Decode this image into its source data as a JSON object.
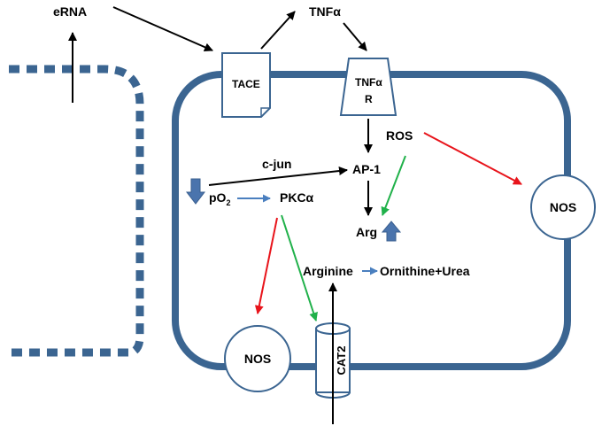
{
  "labels": {
    "erna": "eRNA",
    "tnfa": "TNFα",
    "tace": "TACE",
    "tnfa_receptor_top": "TNFα",
    "tnfa_receptor_bottom": "R",
    "ros": "ROS",
    "c_jun": "c-jun",
    "ap1": "AP-1",
    "po2_main": "pO",
    "po2_sub": "2",
    "pkca": "PKCα",
    "arg": "Arg",
    "arginine": "Arginine",
    "ornithine_urea": "Ornithine+Urea",
    "nos_right": "NOS",
    "nos_bottom": "NOS",
    "cat2": "CAT2"
  },
  "colors": {
    "membrane": "#3b6591",
    "arrow_black": "#000000",
    "arrow_red": "#e8141b",
    "arrow_green": "#20b14a",
    "arrow_blue": "#4a7fbf",
    "block_arrow": "#4a74ad"
  }
}
